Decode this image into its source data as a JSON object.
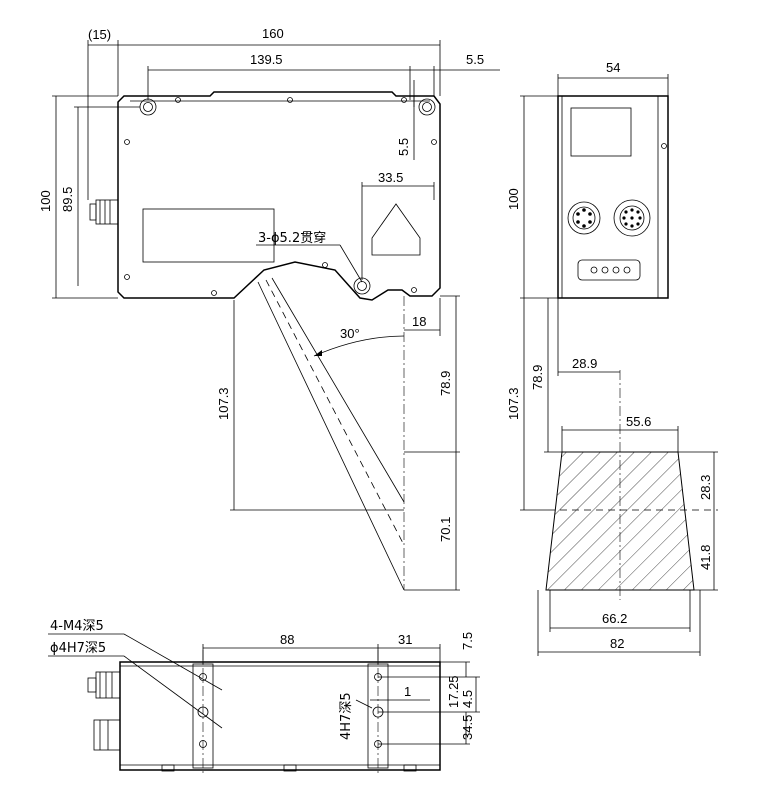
{
  "front_view": {
    "dims": {
      "offset_15": "(15)",
      "width_160": "160",
      "hole_span_139_5": "139.5",
      "edge_5_5_right": "5.5",
      "height_100": "100",
      "hole_height_89_5": "89.5",
      "edge_5_5_vertical": "5.5",
      "window_33_5": "33.5",
      "hole_note": "3-ϕ5.2贯穿",
      "angle_30": "30°",
      "offset_18": "18",
      "range_107_3": "107.3",
      "near_78_9": "78.9",
      "range_70_1": "70.1"
    }
  },
  "side_view": {
    "dims": {
      "width_54": "54",
      "height_100": "100",
      "range_107_3": "107.3",
      "near_78_9": "78.9",
      "offset_28_9": "28.9",
      "top_width_55_6": "55.6",
      "depth_28_3": "28.3",
      "depth_41_8": "41.8",
      "width_66_2": "66.2",
      "bottom_width_82": "82"
    }
  },
  "bottom_view": {
    "notes": {
      "tapped_holes": "4-M4深5",
      "pin_hole": "ϕ4H7深5",
      "pin_hole_vertical": "4H7深5"
    },
    "dims": {
      "span_88": "88",
      "span_31": "31",
      "edge_7_5": "7.5",
      "offset_17_25": "17.25",
      "offset_4_5": "4.5",
      "depth_34_5": "34.5",
      "gap_1": "1"
    }
  }
}
